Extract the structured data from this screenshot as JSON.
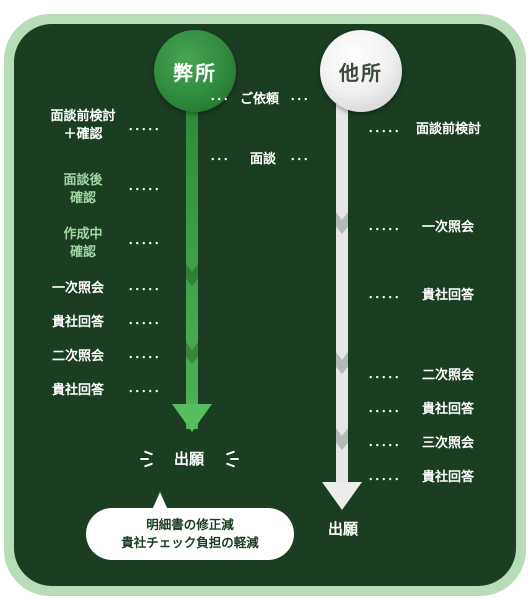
{
  "ours": {
    "badge": "弊所",
    "steps": [
      {
        "label": "面談前検討\n＋確認",
        "highlight": false
      },
      {
        "label": "面談後\n確認",
        "highlight": true
      },
      {
        "label": "作成中\n確認",
        "highlight": true
      },
      {
        "label": "一次照会",
        "highlight": false
      },
      {
        "label": "貴社回答",
        "highlight": false
      },
      {
        "label": "二次照会",
        "highlight": false
      },
      {
        "label": "貴社回答",
        "highlight": false
      }
    ],
    "end_label": "出願",
    "callout": [
      "明細書の修正減",
      "貴社チェック負担の軽減"
    ]
  },
  "others": {
    "badge": "他所",
    "steps": [
      "面談前検討",
      "一次照会",
      "貴社回答",
      "二次照会",
      "貴社回答",
      "三次照会",
      "貴社回答"
    ],
    "end_label": "出願"
  },
  "shared": {
    "request": "ご依頼",
    "interview": "面談"
  },
  "colors": {
    "background": "#1b3d22",
    "frame": "#b7dcb8",
    "ours_arrow": "#3f9b47",
    "others_arrow": "#e6e6e6"
  }
}
